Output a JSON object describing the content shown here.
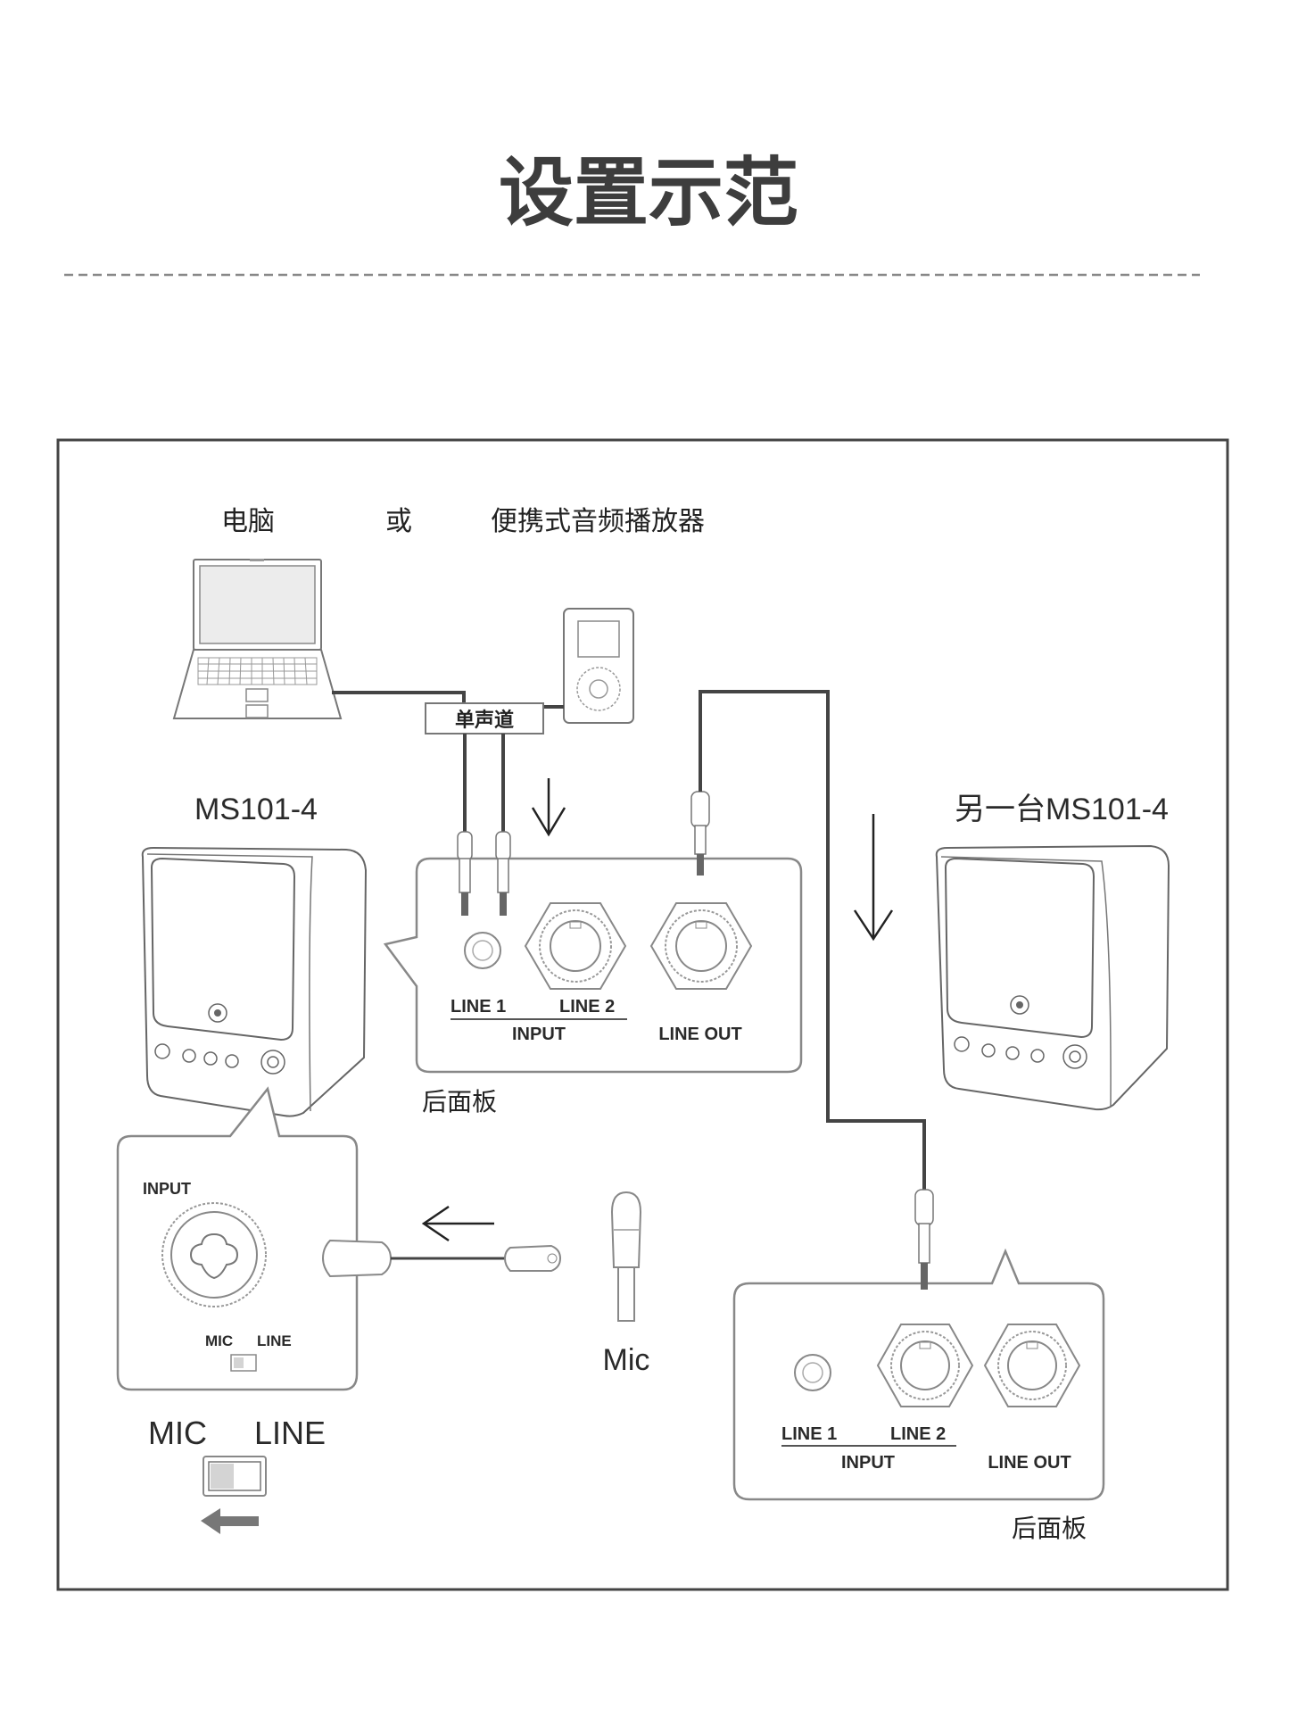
{
  "page": {
    "title": "设置示范"
  },
  "diagram": {
    "sources": {
      "computer_label": "电脑",
      "or_label": "或",
      "portable_player_label": "便携式音频播放器",
      "mono_label": "单声道"
    },
    "speaker_main": {
      "model_label": "MS101-4",
      "rear_panel_label": "后面板",
      "rear_panel": {
        "line1": "LINE 1",
        "line2": "LINE 2",
        "input": "INPUT",
        "line_out": "LINE OUT"
      },
      "front_detail": {
        "input": "INPUT",
        "mic": "MIC",
        "line": "LINE"
      }
    },
    "speaker_secondary": {
      "model_label": "另一台MS101-4",
      "rear_panel_label": "后面板",
      "rear_panel": {
        "line1": "LINE 1",
        "line2": "LINE 2",
        "input": "INPUT",
        "line_out": "LINE OUT"
      }
    },
    "microphone": {
      "label": "Mic"
    },
    "switch_legend": {
      "mic": "MIC",
      "line": "LINE",
      "selected": "MIC"
    }
  },
  "colors": {
    "title": "#3d3d3d",
    "frame": "#444444",
    "cable": "#444444",
    "switch_fill": "#d4d4d4",
    "legend_arrow": "#777777"
  }
}
